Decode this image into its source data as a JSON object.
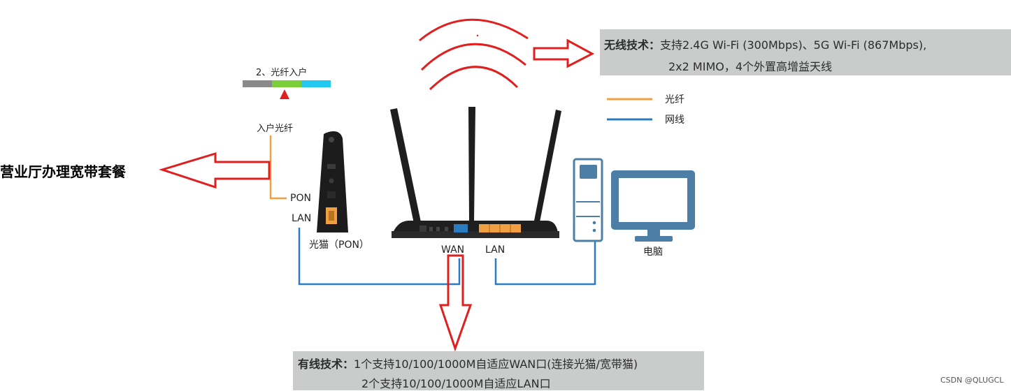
{
  "fiber_entry": {
    "title": "2、光纤入户",
    "colors": [
      "#8a8a8a",
      "#7ccd3a",
      "#22c8f0"
    ]
  },
  "labels": {
    "incoming_fiber": "入户光纤",
    "pon": "PON",
    "lan_modem": "LAN",
    "modem_name": "光猫（PON）",
    "wan": "WAN",
    "lan_router": "LAN",
    "computer": "电脑"
  },
  "legend": {
    "items": [
      {
        "label": "光纤",
        "color": "#f0a040"
      },
      {
        "label": "网线",
        "color": "#2b7cbf"
      }
    ]
  },
  "annotation_left": "营业厅办理宽带套餐",
  "wireless_note": {
    "title": "无线技术：",
    "line1": "支持2.4G Wi-Fi (300Mbps)、5G Wi-Fi (867Mbps),",
    "line2": "2x2 MIMO，4个外置高增益天线"
  },
  "wired_note": {
    "title": "有线技术：",
    "line1": "1个支持10/100/1000M自适应WAN口(连接光猫/宽带猫)",
    "line2": "2个支持10/100/1000M自适应LAN口"
  },
  "watermark": "CSDN @QLUGCL",
  "colors": {
    "arrow_red": "#e0201e",
    "fiber": "#f0a040",
    "cable": "#2b7cbf",
    "device_dark": "#1c1c1c",
    "pc_blue": "#4d7fa6"
  }
}
